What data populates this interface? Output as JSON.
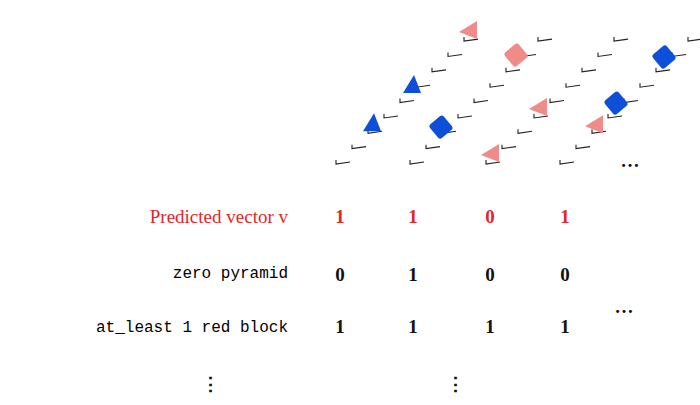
{
  "diagram": {
    "labels": [
      "Predicted vector v",
      "1",
      "1",
      "0",
      "1",
      "zero pyramid",
      "0",
      "1",
      "0",
      "0",
      "at_least 1 red block",
      "1",
      "1",
      "1",
      "1",
      "…",
      "…",
      "⋮",
      "⋮"
    ]
  }
}
